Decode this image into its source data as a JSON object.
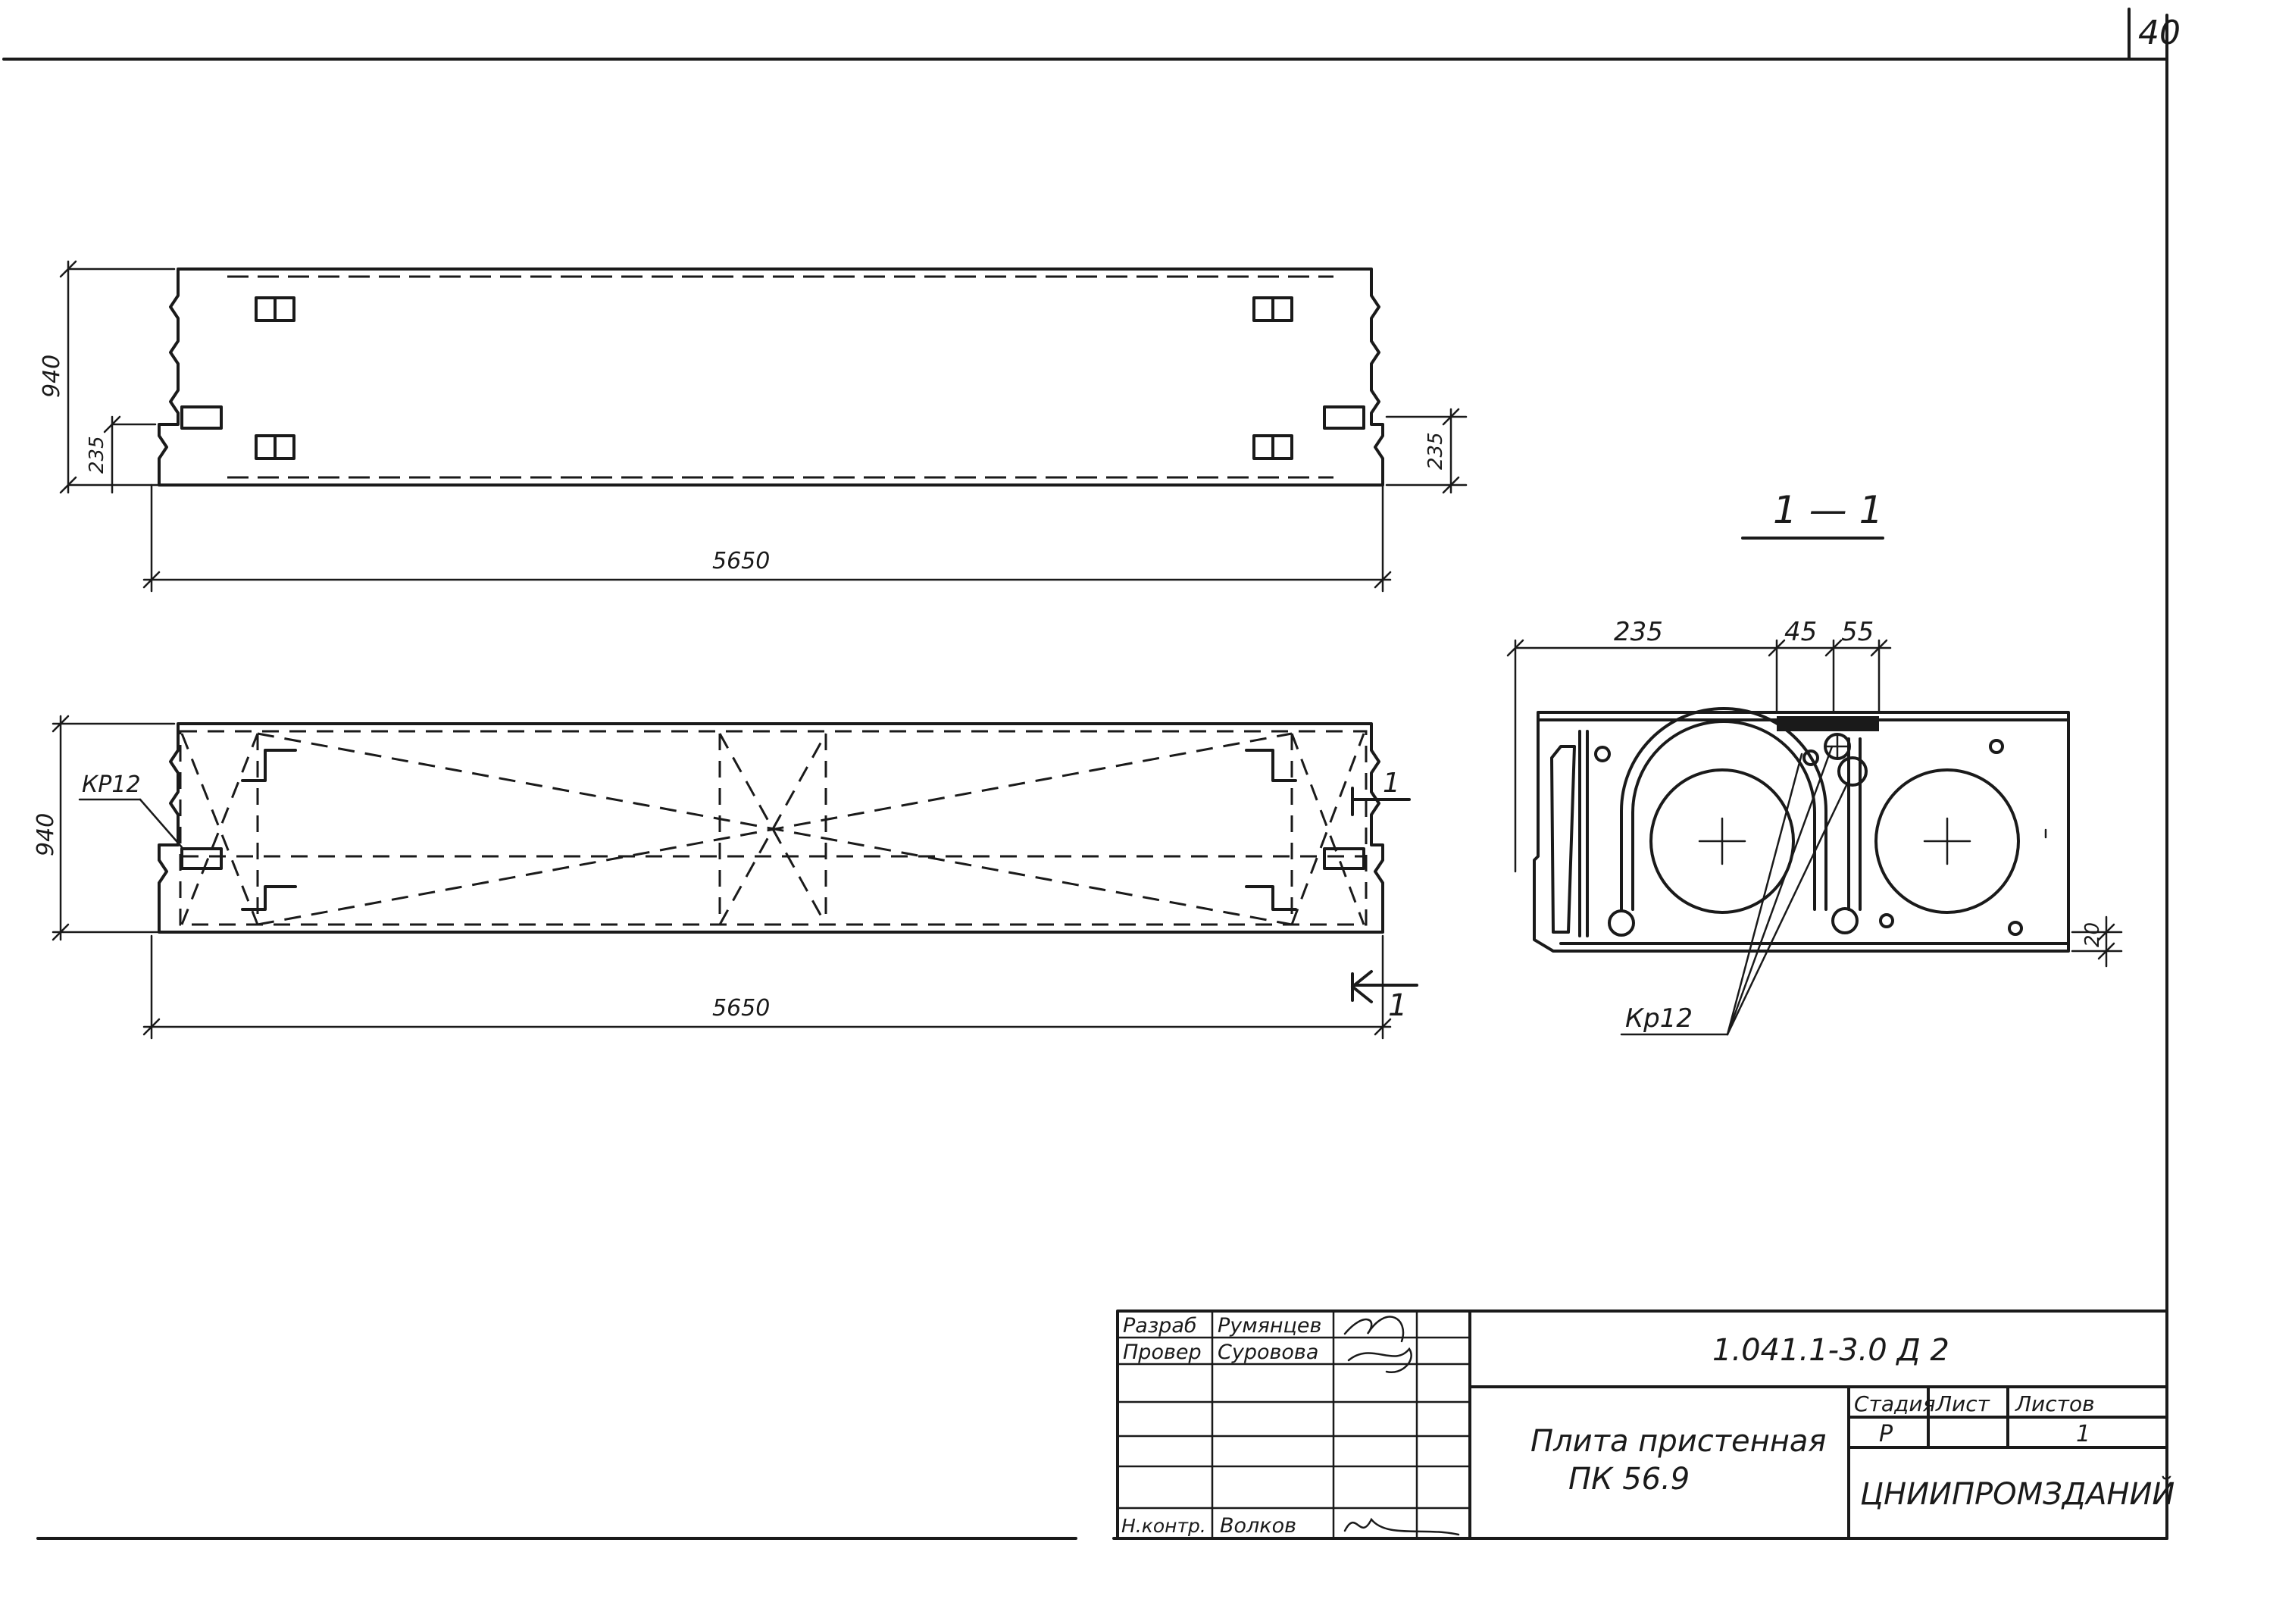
{
  "sheet": {
    "number": "40"
  },
  "plan_top": {
    "dim_height": "940",
    "dim_left_small": "235",
    "dim_right_small": "235",
    "dim_length": "5650"
  },
  "plan_bottom": {
    "dim_height": "940",
    "dim_length": "5650",
    "callout_kr": "КР12",
    "section_mark": "1"
  },
  "section": {
    "title": "1 — 1",
    "dim_a": "235",
    "dim_b": "45",
    "dim_c": "55",
    "dim_d": "20",
    "callout_kr": "Кр12"
  },
  "title_block": {
    "rows": [
      {
        "role": "Разраб",
        "name": "Румянцев"
      },
      {
        "role": "Провер",
        "name": "Суровова"
      },
      {
        "role": "",
        "name": ""
      },
      {
        "role": "",
        "name": ""
      },
      {
        "role": "",
        "name": ""
      },
      {
        "role": "Н.контр.",
        "name": "Волков"
      }
    ],
    "doc_code": "1.041.1-3.0  Д 2",
    "product_line1": "Плита пристенная",
    "product_line2": "ПК 56.9",
    "stage_label": "Стадия",
    "sheet_label": "Лист",
    "sheets_label": "Листов",
    "stage_value": "Р",
    "sheets_value": "1",
    "organization": "ЦНИИПРОМЗДАНИЙ"
  }
}
